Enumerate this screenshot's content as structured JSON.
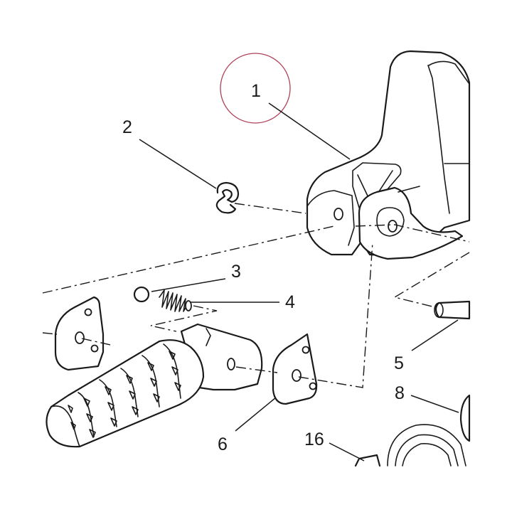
{
  "callouts": [
    {
      "id": "1",
      "label": "1"
    },
    {
      "id": "2",
      "label": "2"
    },
    {
      "id": "3",
      "label": "3"
    },
    {
      "id": "4",
      "label": "4"
    },
    {
      "id": "5",
      "label": "5"
    },
    {
      "id": "6",
      "label": "6"
    },
    {
      "id": "8",
      "label": "8"
    },
    {
      "id": "16",
      "label": "16"
    }
  ],
  "highlighted_callout": "1",
  "colors": {
    "line": "#1a1a1a",
    "highlight_circle": "#b0405a",
    "background": "#ffffff"
  },
  "icons": {
    "circlip": "circlip-icon",
    "ball": "ball-icon",
    "spring": "spring-icon",
    "pin": "pin-icon"
  }
}
